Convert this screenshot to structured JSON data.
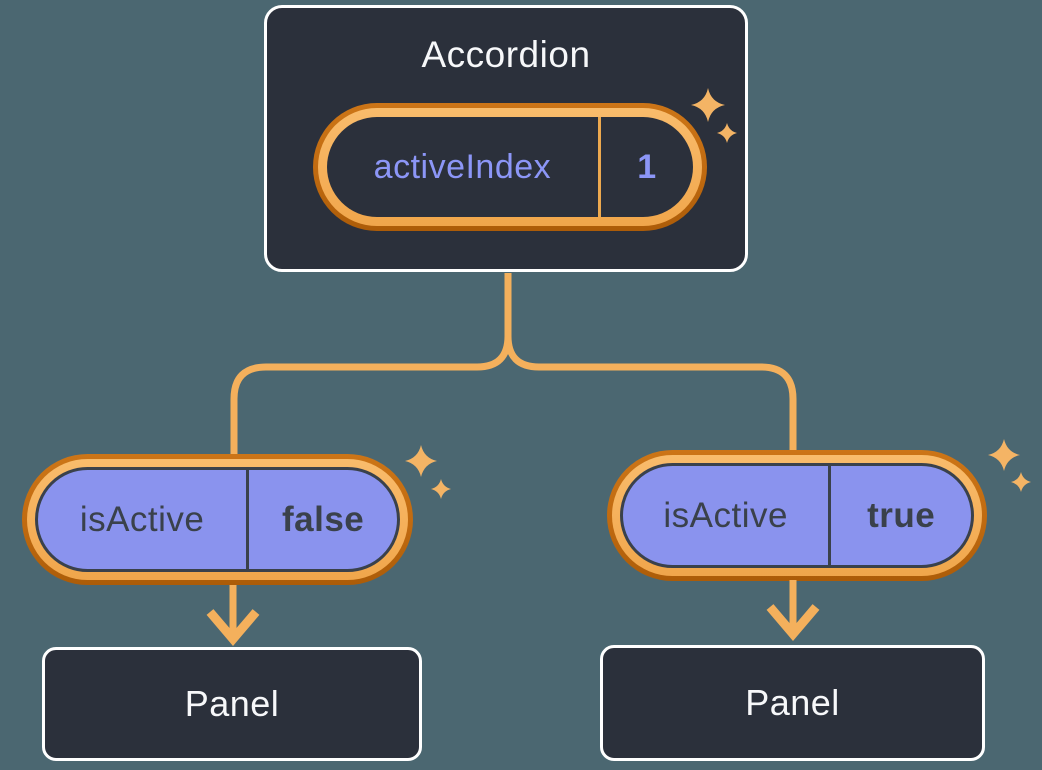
{
  "accordion": {
    "title": "Accordion",
    "state": {
      "name": "activeIndex",
      "value": "1"
    }
  },
  "props": [
    {
      "name": "isActive",
      "value": "false"
    },
    {
      "name": "isActive",
      "value": "true"
    }
  ],
  "panels": [
    {
      "label": "Panel"
    },
    {
      "label": "Panel"
    }
  ],
  "icons": {
    "sparkle": "sparkle-icon"
  },
  "colors": {
    "background": "#4B6771",
    "node_fill": "#2B303B",
    "node_border": "#FFFFFF",
    "label_text": "#F7F8FA",
    "ring_outer_orange": "#C06A10",
    "ring_inner_orange": "#F5B05A",
    "connector_orange": "#F4B05C",
    "sparkle_orange": "#F4B465",
    "state_text_purple": "#8C96F7",
    "state_divider_orange": "#EDA94F",
    "prop_pill_purple": "#8A93EE",
    "prop_text_dark": "#3A414B"
  }
}
